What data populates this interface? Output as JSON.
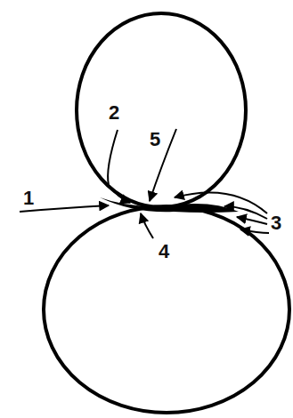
{
  "diagram": {
    "labels": [
      "1",
      "2",
      "5",
      "3",
      "4"
    ]
  }
}
